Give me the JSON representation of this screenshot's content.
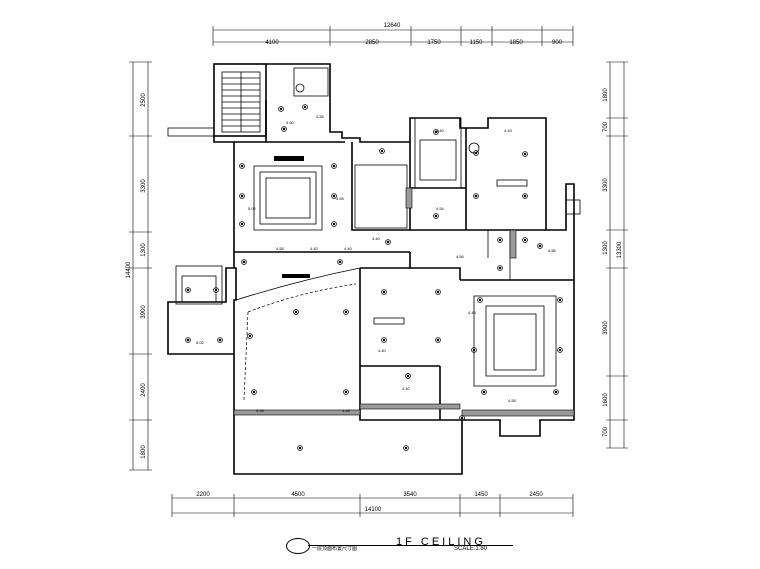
{
  "drawing": {
    "title": "1F CEILING",
    "subtitle": "一层顶面布置尺寸图",
    "scale": "SCALE:1:80"
  },
  "dimensions": {
    "top_total": "12640",
    "top_segments": [
      "4100",
      "2850",
      "1750",
      "1150",
      "1850",
      "900"
    ],
    "bottom_total": "14100",
    "bottom_segments": [
      "2200",
      "4500",
      "3540",
      "1450",
      "2450"
    ],
    "left_total": "14400",
    "left_segments": [
      "2500",
      "3300",
      "1300",
      "3900",
      "2400",
      "1800"
    ],
    "right_total": "13300",
    "right_segments": [
      "1800",
      "700",
      "3300",
      "1300",
      "3900",
      "1600",
      "700"
    ]
  },
  "annotations": [
    "4.56",
    "5.02",
    "4.55",
    "4.55",
    "4.43",
    "4.40",
    "4.40",
    "4.43",
    "4.54",
    "4.56",
    "4.56",
    "4.40",
    "4.40",
    "4.55",
    "4.43",
    "4.40",
    "5.02",
    "3.50",
    "4.55",
    "4.48"
  ],
  "colors": {
    "line": "#000000",
    "hatch": "#9a9a9a",
    "background": "#ffffff"
  }
}
